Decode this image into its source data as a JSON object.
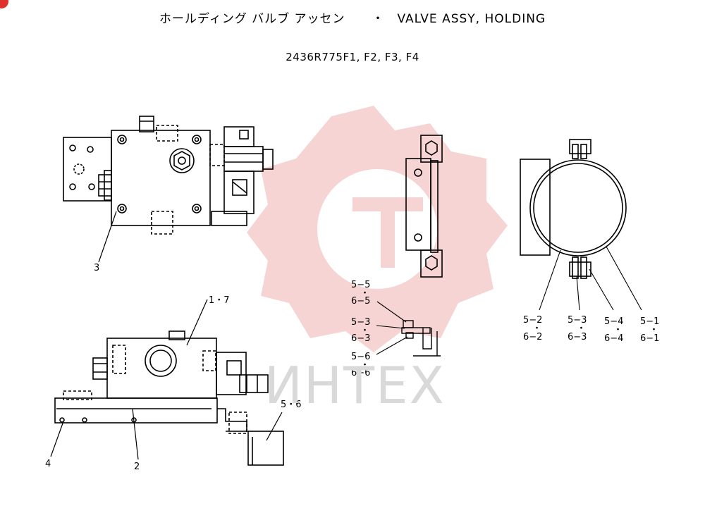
{
  "title": {
    "jp": "ホールディング バルブ アッセン",
    "sep": "・",
    "en": "VALVE ASSY, HOLDING"
  },
  "part_number": "2436R775F1, F2, F3, F4",
  "watermark": "ИНТЕХ",
  "callouts": {
    "c3": "3",
    "c17": "1・7",
    "c4": "4",
    "c2": "2",
    "c56_bottom": "5・6",
    "c55": [
      "5−5",
      "・",
      "6−5"
    ],
    "c53": [
      "5−3",
      "・",
      "6−3"
    ],
    "c56": [
      "5−6",
      "・",
      "6−6"
    ],
    "c52r": [
      "5−2",
      "・",
      "6−2"
    ],
    "c53r": [
      "5−3",
      "・",
      "6−3"
    ],
    "c54r": [
      "5−4",
      "・",
      "6−4"
    ],
    "c51r": [
      "5−1",
      "・",
      "6−1"
    ]
  },
  "colors": {
    "line": "#000000",
    "watermark": "#f5c6c6",
    "badge": "#e0302a"
  }
}
